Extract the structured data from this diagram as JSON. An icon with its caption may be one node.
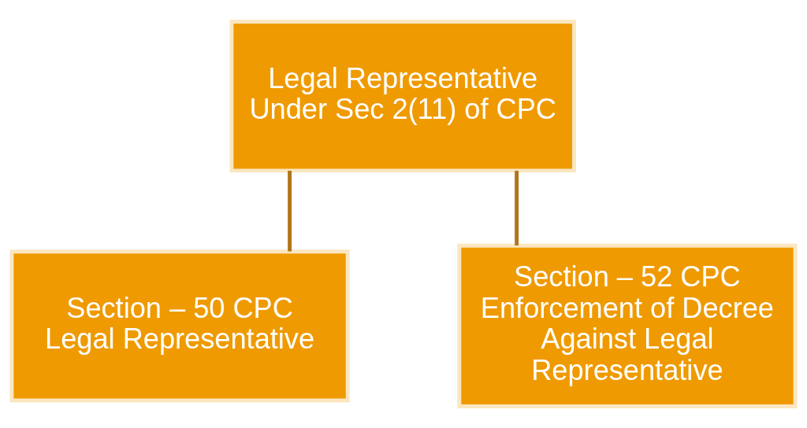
{
  "diagram": {
    "nodes": [
      {
        "text": [
          "Legal Representative Under Sec 2(11) of CPC"
        ]
      },
      {
        "text": [
          "Section – 50 CPC",
          "Legal Representative"
        ]
      },
      {
        "text": [
          "Section – 52 CPC",
          "Enforcement of Decree Against Legal Representative"
        ]
      }
    ],
    "edges": [
      {
        "from": 0,
        "to": 1,
        "arrow": "none"
      },
      {
        "from": 0,
        "to": 2,
        "arrow": "none"
      }
    ]
  }
}
